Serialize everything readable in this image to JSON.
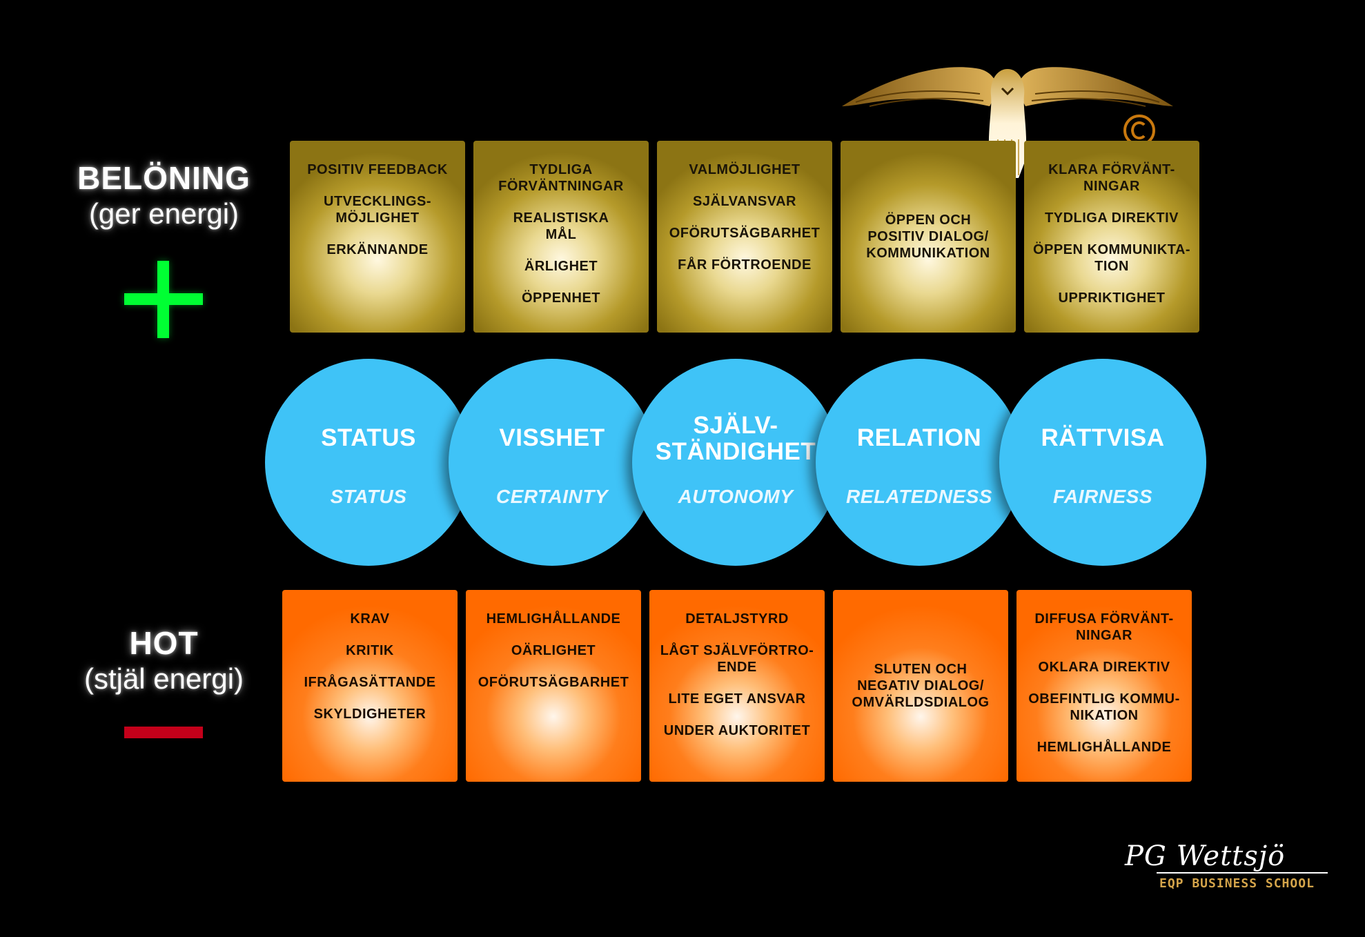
{
  "reward": {
    "title": "BELÖNING",
    "subtitle": "(ger energi)",
    "icon": "plus-icon",
    "color": "#00ff33"
  },
  "threat": {
    "title": "HOT",
    "subtitle": "(stjäl energi)",
    "icon": "minus-icon",
    "color": "#c4001a"
  },
  "reward_boxes": [
    {
      "items": [
        "POSITIV FEEDBACK",
        "UTVECKLINGS-\nMÖJLIGHET",
        "ERKÄNNANDE"
      ]
    },
    {
      "items": [
        "TYDLIGA\nFÖRVÄNTNINGAR",
        "REALISTISKA\nMÅL",
        "ÄRLIGHET",
        "ÖPPENHET"
      ]
    },
    {
      "items": [
        "VALMÖJLIGHET",
        "SJÄLVANSVAR",
        "OFÖRUTSÄGBARHET",
        "FÅR FÖRTROENDE"
      ]
    },
    {
      "items": [
        "ÖPPEN OCH\nPOSITIV DIALOG/\nKOMMUNIKATION"
      ]
    },
    {
      "items": [
        "KLARA FÖRVÄNT-\nNINGAR",
        "TYDLIGA DIREKTIV",
        "ÖPPEN KOMMUNIKTA-\nTION",
        "UPPRIKTIGHET"
      ]
    }
  ],
  "domains": [
    {
      "title": "STATUS",
      "english": "STATUS"
    },
    {
      "title": "VISSHET",
      "english": "CERTAINTY"
    },
    {
      "title": "SJÄLV-\nSTÄNDIGHET",
      "english": "AUTONOMY"
    },
    {
      "title": "RELATION",
      "english": "RELATEDNESS"
    },
    {
      "title": "RÄTTVISA",
      "english": "FAIRNESS"
    }
  ],
  "threat_boxes": [
    {
      "items": [
        "KRAV",
        "KRITIK",
        "IFRÅGASÄTTANDE",
        "SKYLDIGHETER"
      ]
    },
    {
      "items": [
        "HEMLIGHÅLLANDE",
        "OÄRLIGHET",
        "OFÖRUTSÄGBARHET"
      ]
    },
    {
      "items": [
        "DETALJSTYRD",
        "LÅGT SJÄLVFÖRTRO-\nENDE",
        "LITE EGET ANSVAR",
        "UNDER AUKTORITET"
      ]
    },
    {
      "items": [
        "SLUTEN OCH\nNEGATIV DIALOG/\nOMVÄRLDSDIALOG"
      ]
    },
    {
      "items": [
        "DIFFUSA FÖRVÄNT-\nNINGAR",
        "OKLARA DIREKTIV",
        "OBEFINTLIG KOMMU-\nNIKATION",
        "HEMLIGHÅLLANDE"
      ]
    }
  ],
  "colors": {
    "domain_circle": "#3fc3f7",
    "reward_box": "#b59a2a",
    "threat_box": "#ff7e1c"
  },
  "branding": {
    "signature": "PG Wettsjö",
    "school": "EQP BUSINESS SCHOOL",
    "eagle_icon": "eagle-icon",
    "copyright_icon": "copyright-icon"
  }
}
